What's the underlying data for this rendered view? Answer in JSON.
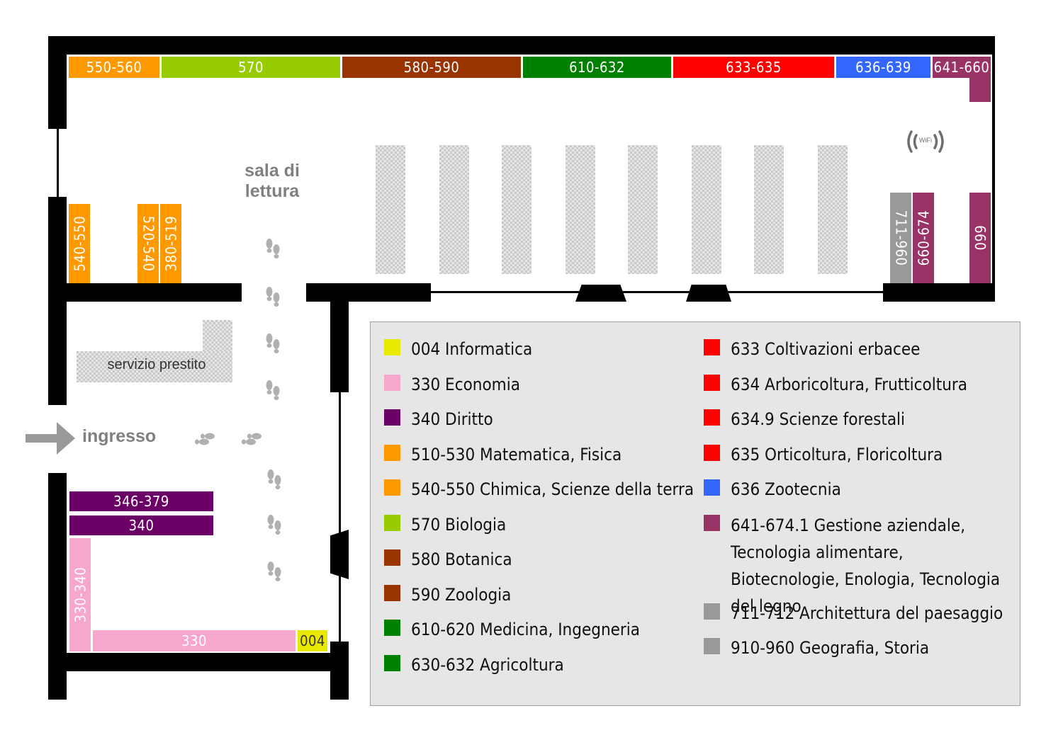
{
  "room_labels": {
    "reading_room": "sala di\nlettura",
    "loan_service": "servizio prestito",
    "entrance": "ingresso",
    "wifi": "WiFi"
  },
  "shelves": {
    "top": [
      "550-560",
      "570",
      "580-590",
      "610-632",
      "633-635",
      "636-639",
      "641-660"
    ],
    "left_vertical": [
      "540-550",
      "520-540",
      "380-519"
    ],
    "right_vertical": [
      "711-960",
      "660-674",
      "660"
    ],
    "lower_room": [
      "346-379",
      "340",
      "330-340",
      "330",
      "004"
    ]
  },
  "legend": {
    "left": [
      {
        "text": "004 Informatica",
        "color": "#e8e800"
      },
      {
        "text": "330 Economia",
        "color": "#f7a6cc"
      },
      {
        "text": "340 Diritto",
        "color": "#6b0066"
      },
      {
        "text": "510-530 Matematica, Fisica",
        "color": "#ff9900"
      },
      {
        "text": "540-550 Chimica, Scienze della terra",
        "color": "#ff9900"
      },
      {
        "text": "570 Biologia",
        "color": "#99cc00"
      },
      {
        "text": "580 Botanica",
        "color": "#993300"
      },
      {
        "text": "590 Zoologia",
        "color": "#993300"
      },
      {
        "text": "610-620 Medicina, Ingegneria",
        "color": "#008000"
      },
      {
        "text": "630-632 Agricoltura",
        "color": "#008000"
      }
    ],
    "right": [
      {
        "text": "633 Coltivazioni erbacee",
        "color": "#ff0000"
      },
      {
        "text": "634 Arboricoltura, Frutticoltura",
        "color": "#ff0000"
      },
      {
        "text": "634.9 Scienze forestali",
        "color": "#ff0000"
      },
      {
        "text": "635 Orticoltura, Floricoltura",
        "color": "#ff0000"
      },
      {
        "text": "636 Zootecnia",
        "color": "#3366ff"
      },
      {
        "text": "641-674.1 Gestione aziendale, Tecnologia alimentare, Biotecnologie, Enologia, Tecnologia del legno",
        "color": "#993366"
      },
      {
        "text": "711-712 Architettura del paesaggio",
        "color": "#999999"
      },
      {
        "text": "910-960 Geografia, Storia",
        "color": "#999999"
      }
    ]
  },
  "colors": {
    "orange": "#ff9900",
    "green_light": "#99cc00",
    "brown": "#993300",
    "green": "#008000",
    "red": "#ff0000",
    "blue": "#3366ff",
    "plum": "#993366",
    "grey": "#999999",
    "purple": "#6b0066",
    "pink": "#f7a6cc",
    "yellow": "#e8e800"
  }
}
